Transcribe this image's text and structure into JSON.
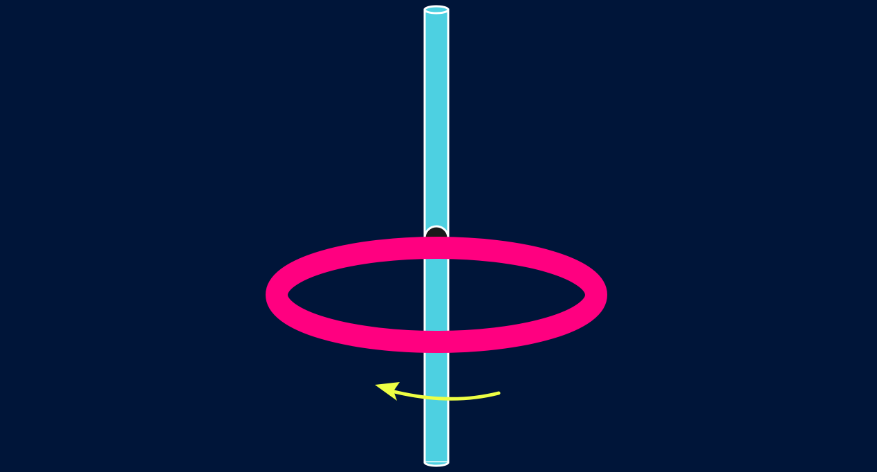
{
  "colors": {
    "background": "#001539",
    "rod_fill": "#4dd0e1",
    "rod_outline": "#ffffff",
    "ring": "#ff0080",
    "arrow": "#eeff44",
    "rod_hole": "#1a1a1a"
  },
  "elements": {
    "rod": "rod",
    "ring": "ring",
    "rotation_arrow": "rotation-direction-arrow"
  }
}
